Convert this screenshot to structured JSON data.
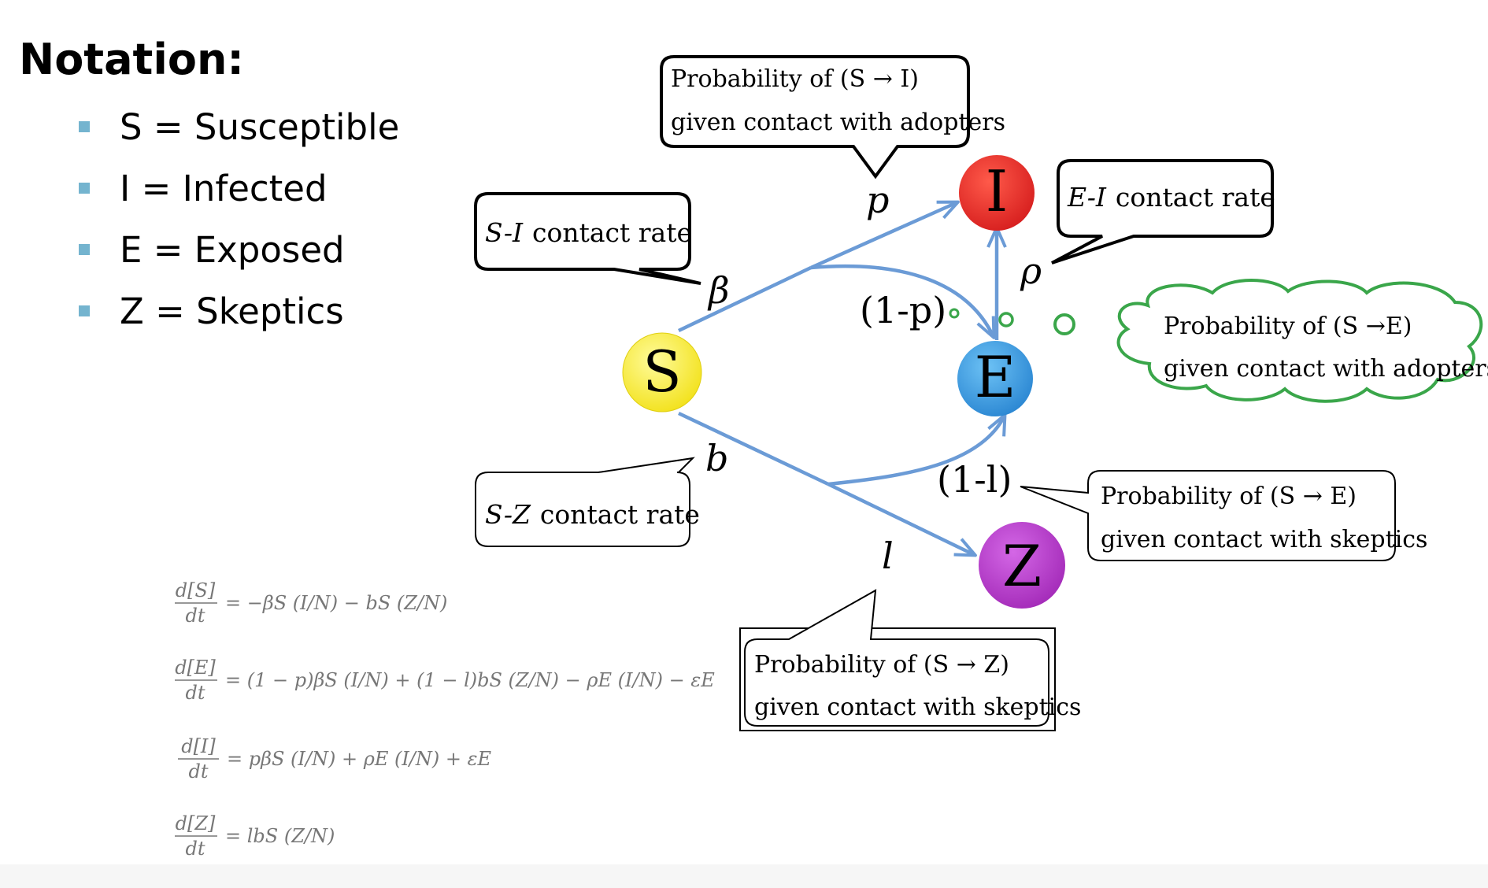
{
  "notation": {
    "title": "Notation:",
    "items": [
      "S = Susceptible",
      "I = Infected",
      "E = Exposed",
      "Z = Skeptics"
    ]
  },
  "diagram": {
    "nodes": {
      "S": {
        "label": "S",
        "color": "#f8eb3a"
      },
      "I": {
        "label": "I",
        "color": "#e8302a"
      },
      "E": {
        "label": "E",
        "color": "#3a9de0"
      },
      "Z": {
        "label": "Z",
        "color": "#b53ac9"
      }
    },
    "edge_labels": {
      "beta": "β",
      "p": "p",
      "one_minus_p": "(1-p)",
      "rho": "ρ",
      "b": "b",
      "one_minus_l": "(1-l)",
      "l": "l"
    },
    "callouts": {
      "si_contact": {
        "italic": "S-I",
        "text": "contact rate"
      },
      "sz_contact": {
        "italic": "S-Z",
        "text": "contact rate"
      },
      "ei_contact": {
        "italic": "E-I",
        "text": "contact rate"
      },
      "prob_si": {
        "line1": "Probability of (S → I)",
        "line2": "given contact with adopters"
      },
      "prob_se_adopters": {
        "line1": "Probability of (S →E)",
        "line2": "given contact with adopters"
      },
      "prob_se_skeptics": {
        "line1": "Probability of (S → E)",
        "line2": "given contact with skeptics"
      },
      "prob_sz": {
        "line1": "Probability of (S → Z)",
        "line2": "given contact with skeptics"
      }
    },
    "colors": {
      "arrow": "#6b9bd6",
      "cloud": "#3aa64a"
    }
  },
  "equations": [
    {
      "lhs_num": "d[S]",
      "lhs_den": "dt",
      "rhs": "= −βS (I/N) − bS (Z/N)"
    },
    {
      "lhs_num": "d[E]",
      "lhs_den": "dt",
      "rhs": "= (1 − p)βS (I/N) + (1 − l)bS (Z/N) − ρE (I/N) − εE"
    },
    {
      "lhs_num": "d[I]",
      "lhs_den": "dt",
      "rhs": "= pβS (I/N) + ρE (I/N) + εE"
    },
    {
      "lhs_num": "d[Z]",
      "lhs_den": "dt",
      "rhs": "= lbS (Z/N)"
    }
  ]
}
